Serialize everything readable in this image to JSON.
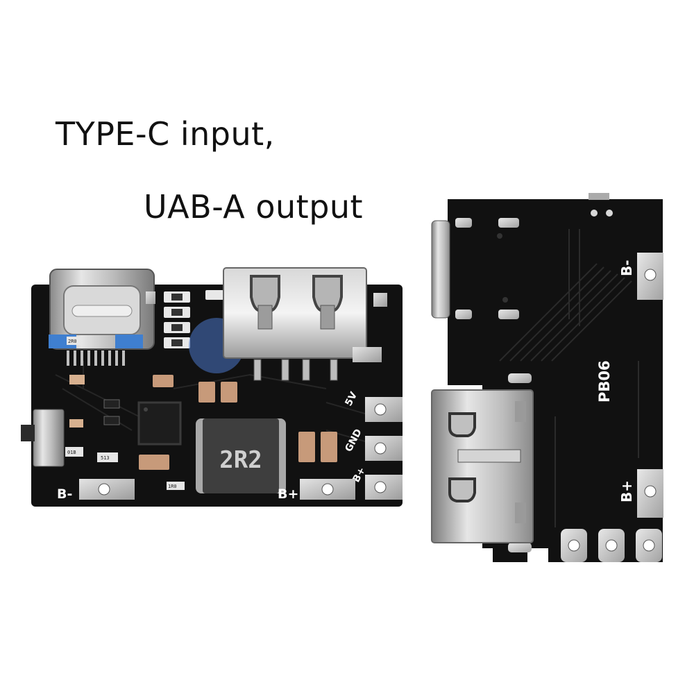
{
  "caption": {
    "line1": "TYPE-C input,",
    "line2": "UAB-A output"
  },
  "front_board": {
    "inductor_marking": "2R2",
    "labels": {
      "five_v": "5V",
      "gnd": "GND",
      "b_plus_side": "B+",
      "b_minus": "B-",
      "b_plus": "B+"
    },
    "component_markings": [
      "2R0",
      "513",
      "01B",
      "1R0"
    ]
  },
  "back_board": {
    "model": "PB06",
    "labels": {
      "b_minus": "B-",
      "b_plus": "B+"
    }
  },
  "colors": {
    "pcb": "#111111",
    "pad_tin": "#c9c9c9",
    "silkscreen": "#ffffff",
    "connector_blue": "#3f7fd0"
  }
}
